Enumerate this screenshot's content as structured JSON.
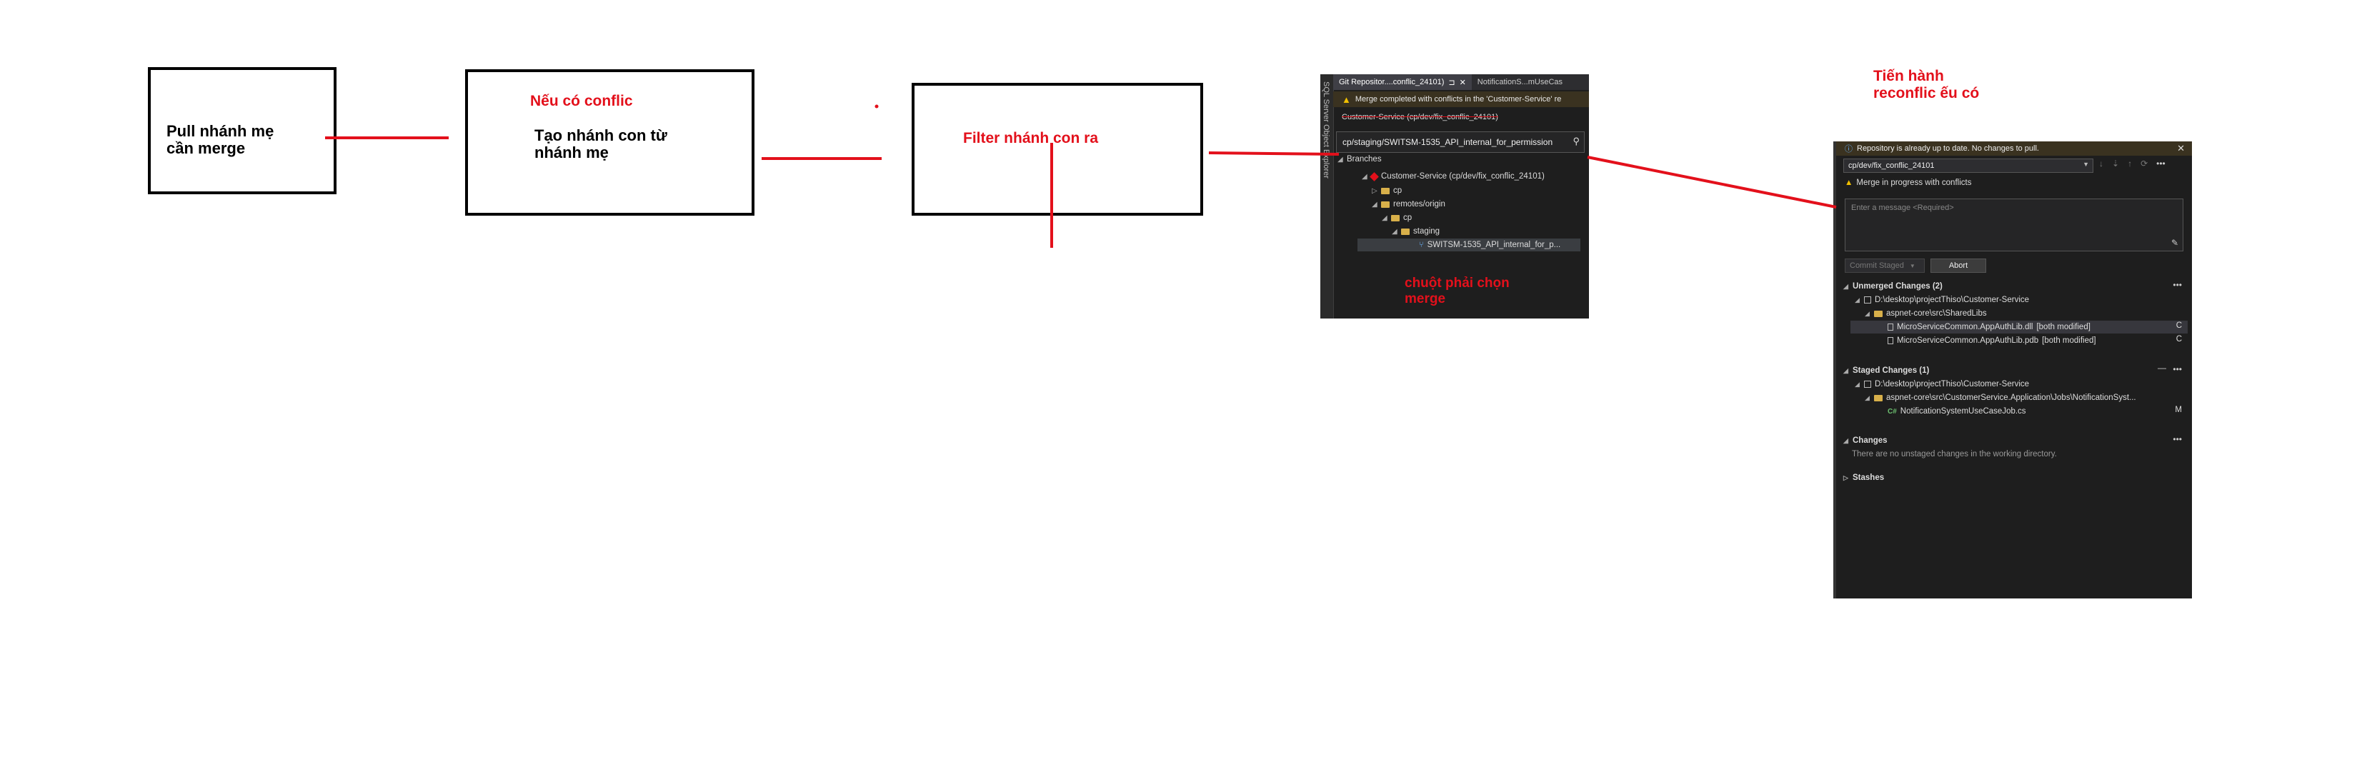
{
  "flow": {
    "step1": "Pull nhánh mẹ\ncần merge",
    "step2": "Tạo nhánh con từ\nnhánh mẹ",
    "step2_note": "Nếu có conflic",
    "step3": "Filter nhánh con ra",
    "step4_note": "Tiến hành\nreconflic ếu có"
  },
  "git_repository": {
    "side_tab": "SQL Server Object Explorer",
    "tabs": [
      {
        "label": "Git Repositor....conflic_24101)",
        "active": true
      },
      {
        "label": "NotificationS...mUseCas",
        "active": false
      }
    ],
    "warning": "Merge completed with conflicts in the 'Customer-Service' re",
    "repo_line": "Customer-Service (cp/dev/fix_conflic_24101)",
    "filter_value": "cp/staging/SWITSM-1535_API_internal_for_permission",
    "branches_header": "Branches",
    "tree": [
      {
        "label": "Customer-Service (cp/dev/fix_conflic_24101)"
      },
      {
        "label": "cp"
      },
      {
        "label": "remotes/origin"
      },
      {
        "label": "cp"
      },
      {
        "label": "staging"
      },
      {
        "label": "SWITSM-1535_API_internal_for_p..."
      }
    ],
    "annotation": "chuột phải chọn\nmerge"
  },
  "git_changes": {
    "info": "Repository is already up to date. No changes to pull.",
    "branch": "cp/dev/fix_conflic_24101",
    "merge_status": "Merge in progress with conflicts",
    "message_placeholder": "Enter a message <Required>",
    "commit_button": "Commit Staged",
    "abort_button": "Abort",
    "unmerged": {
      "title": "Unmerged Changes (2)",
      "project": "D:\\desktop\\projectThiso\\Customer-Service",
      "folder": "aspnet-core\\src\\SharedLibs",
      "files": [
        {
          "name": "MicroServiceCommon.AppAuthLib.dll",
          "note": "[both modified]",
          "status": "C"
        },
        {
          "name": "MicroServiceCommon.AppAuthLib.pdb",
          "note": "[both modified]",
          "status": "C"
        }
      ]
    },
    "staged": {
      "title": "Staged Changes (1)",
      "project": "D:\\desktop\\projectThiso\\Customer-Service",
      "folder": "aspnet-core\\src\\CustomerService.Application\\Jobs\\NotificationSyst...",
      "file": "NotificationSystemUseCaseJob.cs",
      "status": "M"
    },
    "changes": {
      "title": "Changes",
      "empty": "There are no unstaged changes in the working directory."
    },
    "stashes": "Stashes"
  }
}
